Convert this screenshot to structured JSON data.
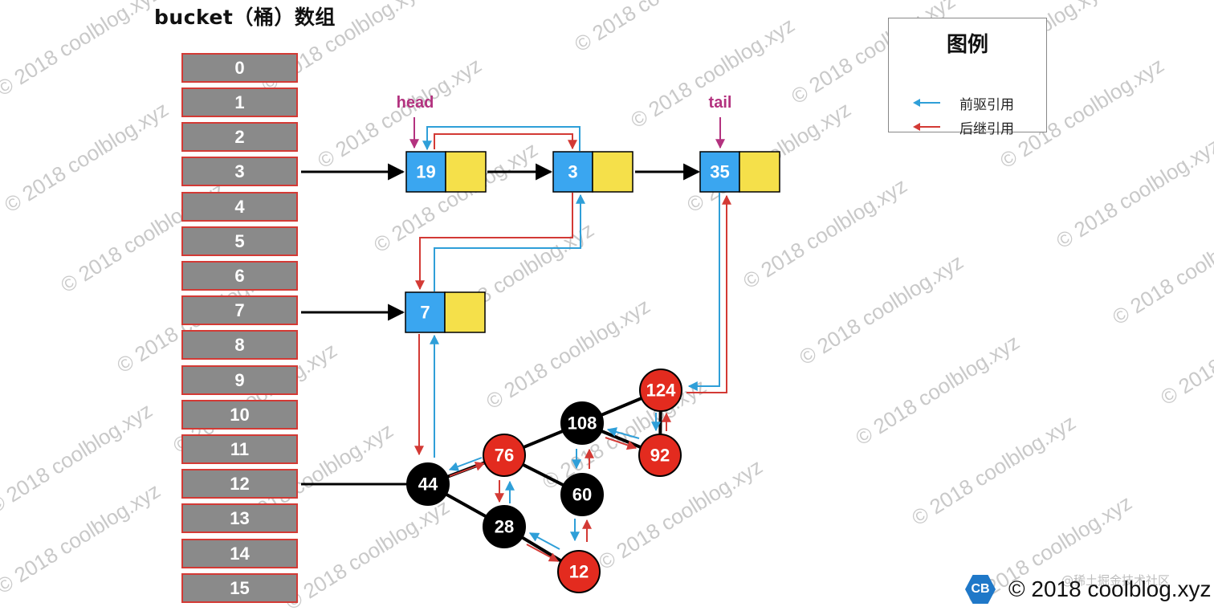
{
  "title": "bucket（桶）数组",
  "buckets": [
    "0",
    "1",
    "2",
    "3",
    "4",
    "5",
    "6",
    "7",
    "8",
    "9",
    "10",
    "11",
    "12",
    "13",
    "14",
    "15"
  ],
  "pointer_labels": {
    "head": "head",
    "tail": "tail"
  },
  "list_nodes": [
    {
      "id": "n19",
      "value": "19"
    },
    {
      "id": "n3",
      "value": "3"
    },
    {
      "id": "n35",
      "value": "35"
    },
    {
      "id": "n7",
      "value": "7"
    }
  ],
  "tree_nodes": [
    {
      "id": "t44",
      "value": "44",
      "color": "black"
    },
    {
      "id": "t76",
      "value": "76",
      "color": "red"
    },
    {
      "id": "t108",
      "value": "108",
      "color": "black"
    },
    {
      "id": "t124",
      "value": "124",
      "color": "red"
    },
    {
      "id": "t92",
      "value": "92",
      "color": "red"
    },
    {
      "id": "t60",
      "value": "60",
      "color": "black"
    },
    {
      "id": "t28",
      "value": "28",
      "color": "black"
    },
    {
      "id": "t12",
      "value": "12",
      "color": "red"
    }
  ],
  "legend": {
    "title": "图例",
    "prev_label": "前驱引用",
    "next_label": "后继引用"
  },
  "colors": {
    "bucket_fill": "#8a8a8a",
    "bucket_border": "#d33a35",
    "node_blue": "#3aa6f0",
    "node_yellow": "#f5e04a",
    "tree_red": "#e32b1f",
    "tree_black": "#000000",
    "prev_arrow": "#2f9fd8",
    "next_arrow": "#d33a35",
    "head_tail": "#b3327f"
  },
  "watermark": "© 2018 coolblog.xyz",
  "footer": {
    "logo": "CB",
    "copyright": "© 2018 coolblog.xyz"
  },
  "site_mark": "@稀土掘金技术社区"
}
